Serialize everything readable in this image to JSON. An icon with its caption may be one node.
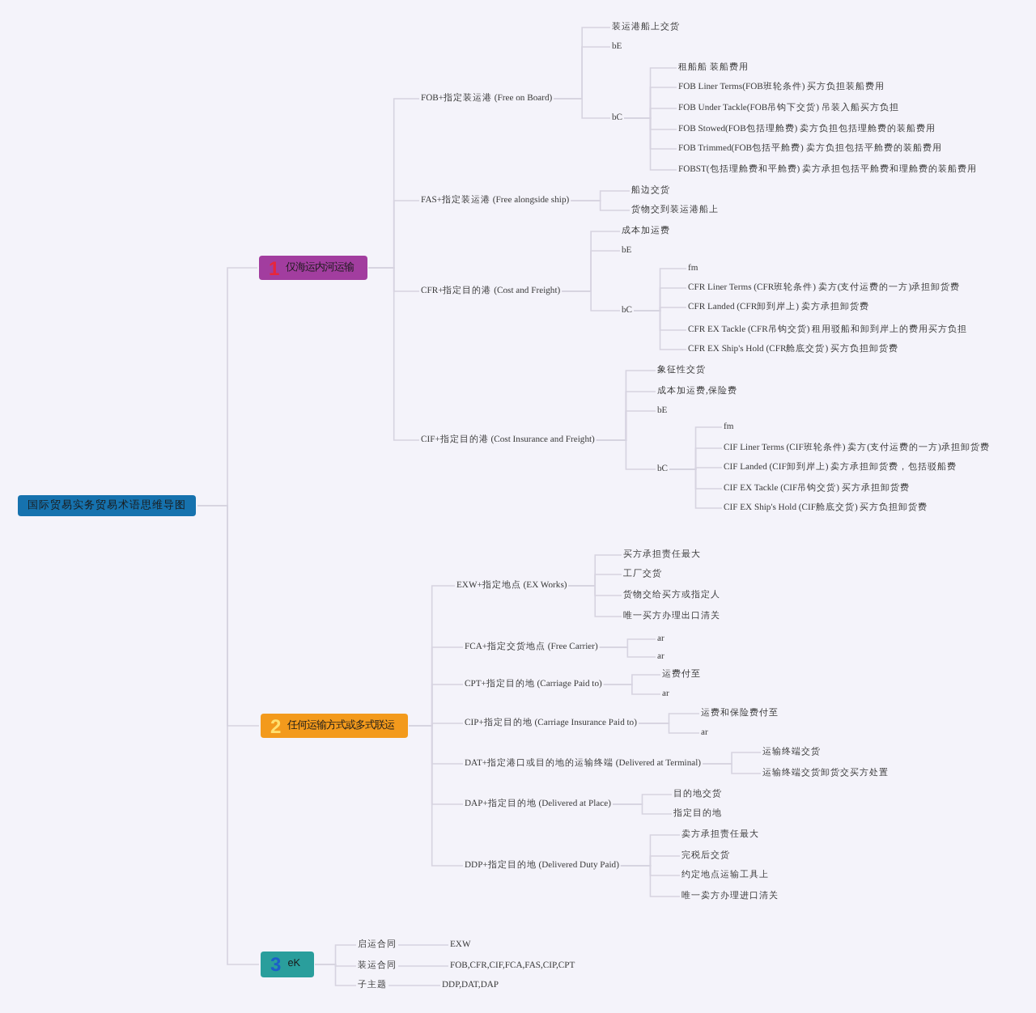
{
  "diagram": {
    "nodes": [
      {
        "text": [
          "国际贸易实务贸易术语思维导图"
        ]
      },
      {
        "text": [
          "1",
          "仅海运内河运输"
        ]
      },
      {
        "text": [
          "FOB+指定装运港 (Free on Board)"
        ]
      },
      {
        "text": [
          "装运港船上交货"
        ]
      },
      {
        "text": [
          "bE"
        ]
      },
      {
        "text": [
          "bC"
        ]
      },
      {
        "text": [
          "租船船 装船费用"
        ]
      },
      {
        "text": [
          "FOB Liner Terms(FOB班轮条件) 买方负担装船费用"
        ]
      },
      {
        "text": [
          "FOB Under Tackle(FOB吊钩下交货) 吊装入船买方负担"
        ]
      },
      {
        "text": [
          "FOB Stowed(FOB包括理舱费) 卖方负担包括理舱费的装船费用"
        ]
      },
      {
        "text": [
          "FOB Trimmed(FOB包括平舱费) 卖方负担包括平舱费的装船费用"
        ]
      },
      {
        "text": [
          "FOBST(包括理舱费和平舱费) 卖方承担包括平舱费和理舱费的装船费用"
        ]
      },
      {
        "text": [
          "FAS+指定装运港 (Free alongside ship)"
        ]
      },
      {
        "text": [
          "船边交货"
        ]
      },
      {
        "text": [
          "货物交到装运港船上"
        ]
      },
      {
        "text": [
          "CFR+指定目的港 (Cost and Freight)"
        ]
      },
      {
        "text": [
          "成本加运费"
        ]
      },
      {
        "text": [
          "bE"
        ]
      },
      {
        "text": [
          "bC"
        ]
      },
      {
        "text": [
          "fm"
        ]
      },
      {
        "text": [
          "CFR Liner Terms (CFR班轮条件) 卖方(支付运费的一方)承担卸货费"
        ]
      },
      {
        "text": [
          "CFR Landed (CFR卸到岸上) 卖方承担卸货费"
        ]
      },
      {
        "text": [
          "CFR EX Tackle (CFR吊钩交货) 租用驳船和卸到岸上的费用买方负担"
        ]
      },
      {
        "text": [
          "CFR EX Ship's Hold (CFR舱底交货) 买方负担卸货费"
        ]
      },
      {
        "text": [
          "CIF+指定目的港 (Cost Insurance and Freight)"
        ]
      },
      {
        "text": [
          "象征性交货"
        ]
      },
      {
        "text": [
          "成本加运费,保险费"
        ]
      },
      {
        "text": [
          "bE"
        ]
      },
      {
        "text": [
          "bC"
        ]
      },
      {
        "text": [
          "fm"
        ]
      },
      {
        "text": [
          "CIF Liner Terms (CIF班轮条件) 卖方(支付运费的一方)承担卸货费"
        ]
      },
      {
        "text": [
          "CIF Landed (CIF卸到岸上) 卖方承担卸货费，包括驳船费"
        ]
      },
      {
        "text": [
          "CIF EX Tackle (CIF吊钩交货) 买方承担卸货费"
        ]
      },
      {
        "text": [
          "CIF EX Ship's Hold (CIF舱底交货) 买方负担卸货费"
        ]
      },
      {
        "text": [
          "2",
          "任何运输方式或多式联运"
        ]
      },
      {
        "text": [
          "EXW+指定地点 (EX Works)"
        ]
      },
      {
        "text": [
          "买方承担责任最大"
        ]
      },
      {
        "text": [
          "工厂交货"
        ]
      },
      {
        "text": [
          "货物交给买方或指定人"
        ]
      },
      {
        "text": [
          "唯一买方办理出口清关"
        ]
      },
      {
        "text": [
          "FCA+指定交货地点 (Free Carrier)"
        ]
      },
      {
        "text": [
          "ar"
        ]
      },
      {
        "text": [
          "ar"
        ]
      },
      {
        "text": [
          "CPT+指定目的地 (Carriage Paid to)"
        ]
      },
      {
        "text": [
          "运费付至"
        ]
      },
      {
        "text": [
          "ar"
        ]
      },
      {
        "text": [
          "CIP+指定目的地 (Carriage Insurance Paid to)"
        ]
      },
      {
        "text": [
          "运费和保险费付至"
        ]
      },
      {
        "text": [
          "ar"
        ]
      },
      {
        "text": [
          "DAT+指定港口或目的地的运输终端 (Delivered at Terminal)"
        ]
      },
      {
        "text": [
          "运输终端交货"
        ]
      },
      {
        "text": [
          "运输终端交货卸货交买方处置"
        ]
      },
      {
        "text": [
          "DAP+指定目的地 (Delivered at Place)"
        ]
      },
      {
        "text": [
          "目的地交货"
        ]
      },
      {
        "text": [
          "指定目的地"
        ]
      },
      {
        "text": [
          "DDP+指定目的地 (Delivered Duty Paid)"
        ]
      },
      {
        "text": [
          "卖方承担责任最大"
        ]
      },
      {
        "text": [
          "完税后交货"
        ]
      },
      {
        "text": [
          "约定地点运输工具上"
        ]
      },
      {
        "text": [
          "唯一卖方办理进口清关"
        ]
      },
      {
        "text": [
          "3",
          "eK"
        ]
      },
      {
        "text": [
          "启运合同"
        ]
      },
      {
        "text": [
          "EXW"
        ]
      },
      {
        "text": [
          "装运合同"
        ]
      },
      {
        "text": [
          "FOB,CFR,CIF,FCA,FAS,CIP,CPT"
        ]
      },
      {
        "text": [
          "子主题"
        ]
      },
      {
        "text": [
          "DDP,DAT,DAP"
        ]
      }
    ],
    "edges": [
      {
        "from": 0,
        "to": 1,
        "arrow": "none"
      },
      {
        "from": 0,
        "to": 34,
        "arrow": "none"
      },
      {
        "from": 0,
        "to": 60,
        "arrow": "none"
      },
      {
        "from": 1,
        "to": 2,
        "arrow": "none"
      },
      {
        "from": 1,
        "to": 12,
        "arrow": "none"
      },
      {
        "from": 1,
        "to": 15,
        "arrow": "none"
      },
      {
        "from": 1,
        "to": 24,
        "arrow": "none"
      },
      {
        "from": 2,
        "to": 3,
        "arrow": "none"
      },
      {
        "from": 2,
        "to": 4,
        "arrow": "none"
      },
      {
        "from": 2,
        "to": 5,
        "arrow": "none"
      },
      {
        "from": 5,
        "to": 6,
        "arrow": "none"
      },
      {
        "from": 5,
        "to": 7,
        "arrow": "none"
      },
      {
        "from": 5,
        "to": 8,
        "arrow": "none"
      },
      {
        "from": 5,
        "to": 9,
        "arrow": "none"
      },
      {
        "from": 5,
        "to": 10,
        "arrow": "none"
      },
      {
        "from": 5,
        "to": 11,
        "arrow": "none"
      },
      {
        "from": 12,
        "to": 13,
        "arrow": "none"
      },
      {
        "from": 12,
        "to": 14,
        "arrow": "none"
      },
      {
        "from": 15,
        "to": 16,
        "arrow": "none"
      },
      {
        "from": 15,
        "to": 17,
        "arrow": "none"
      },
      {
        "from": 15,
        "to": 18,
        "arrow": "none"
      },
      {
        "from": 18,
        "to": 19,
        "arrow": "none"
      },
      {
        "from": 18,
        "to": 20,
        "arrow": "none"
      },
      {
        "from": 18,
        "to": 21,
        "arrow": "none"
      },
      {
        "from": 18,
        "to": 22,
        "arrow": "none"
      },
      {
        "from": 18,
        "to": 23,
        "arrow": "none"
      },
      {
        "from": 24,
        "to": 25,
        "arrow": "none"
      },
      {
        "from": 24,
        "to": 26,
        "arrow": "none"
      },
      {
        "from": 24,
        "to": 27,
        "arrow": "none"
      },
      {
        "from": 24,
        "to": 28,
        "arrow": "none"
      },
      {
        "from": 28,
        "to": 29,
        "arrow": "none"
      },
      {
        "from": 28,
        "to": 30,
        "arrow": "none"
      },
      {
        "from": 28,
        "to": 31,
        "arrow": "none"
      },
      {
        "from": 28,
        "to": 32,
        "arrow": "none"
      },
      {
        "from": 28,
        "to": 33,
        "arrow": "none"
      },
      {
        "from": 34,
        "to": 35,
        "arrow": "none"
      },
      {
        "from": 34,
        "to": 40,
        "arrow": "none"
      },
      {
        "from": 34,
        "to": 43,
        "arrow": "none"
      },
      {
        "from": 34,
        "to": 46,
        "arrow": "none"
      },
      {
        "from": 34,
        "to": 49,
        "arrow": "none"
      },
      {
        "from": 34,
        "to": 52,
        "arrow": "none"
      },
      {
        "from": 34,
        "to": 55,
        "arrow": "none"
      },
      {
        "from": 35,
        "to": 36,
        "arrow": "none"
      },
      {
        "from": 35,
        "to": 37,
        "arrow": "none"
      },
      {
        "from": 35,
        "to": 38,
        "arrow": "none"
      },
      {
        "from": 35,
        "to": 39,
        "arrow": "none"
      },
      {
        "from": 40,
        "to": 41,
        "arrow": "none"
      },
      {
        "from": 40,
        "to": 42,
        "arrow": "none"
      },
      {
        "from": 43,
        "to": 44,
        "arrow": "none"
      },
      {
        "from": 43,
        "to": 45,
        "arrow": "none"
      },
      {
        "from": 46,
        "to": 47,
        "arrow": "none"
      },
      {
        "from": 46,
        "to": 48,
        "arrow": "none"
      },
      {
        "from": 49,
        "to": 50,
        "arrow": "none"
      },
      {
        "from": 49,
        "to": 51,
        "arrow": "none"
      },
      {
        "from": 52,
        "to": 53,
        "arrow": "none"
      },
      {
        "from": 52,
        "to": 54,
        "arrow": "none"
      },
      {
        "from": 55,
        "to": 56,
        "arrow": "none"
      },
      {
        "from": 55,
        "to": 57,
        "arrow": "none"
      },
      {
        "from": 55,
        "to": 58,
        "arrow": "none"
      },
      {
        "from": 55,
        "to": 59,
        "arrow": "none"
      },
      {
        "from": 60,
        "to": 61,
        "arrow": "none"
      },
      {
        "from": 60,
        "to": 63,
        "arrow": "none"
      },
      {
        "from": 60,
        "to": 65,
        "arrow": "none"
      },
      {
        "from": 61,
        "to": 62,
        "arrow": "none"
      },
      {
        "from": 63,
        "to": 64,
        "arrow": "none"
      },
      {
        "from": 65,
        "to": 66,
        "arrow": "none"
      }
    ]
  }
}
